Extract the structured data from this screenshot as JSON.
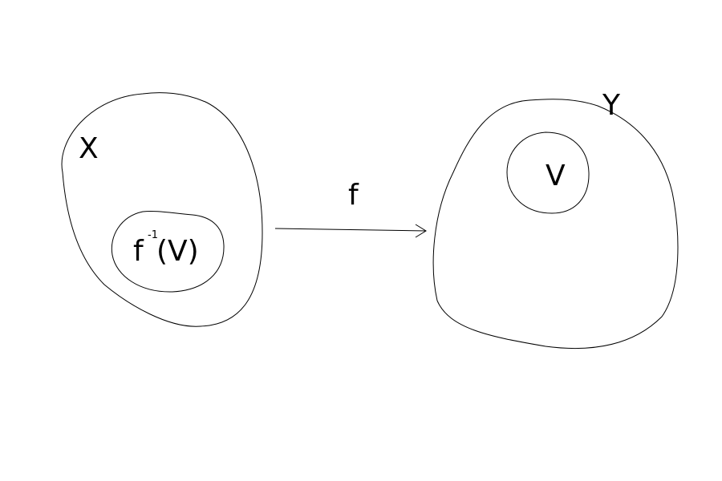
{
  "diagram": {
    "domain_set": {
      "label": "X"
    },
    "codomain_set": {
      "label": "Y"
    },
    "preimage": {
      "base": "f",
      "exponent": "-1",
      "argument": "(V)"
    },
    "subset": {
      "label": "V"
    },
    "map": {
      "label": "f"
    },
    "colors": {
      "stroke": "#000000",
      "background": "#ffffff"
    }
  }
}
